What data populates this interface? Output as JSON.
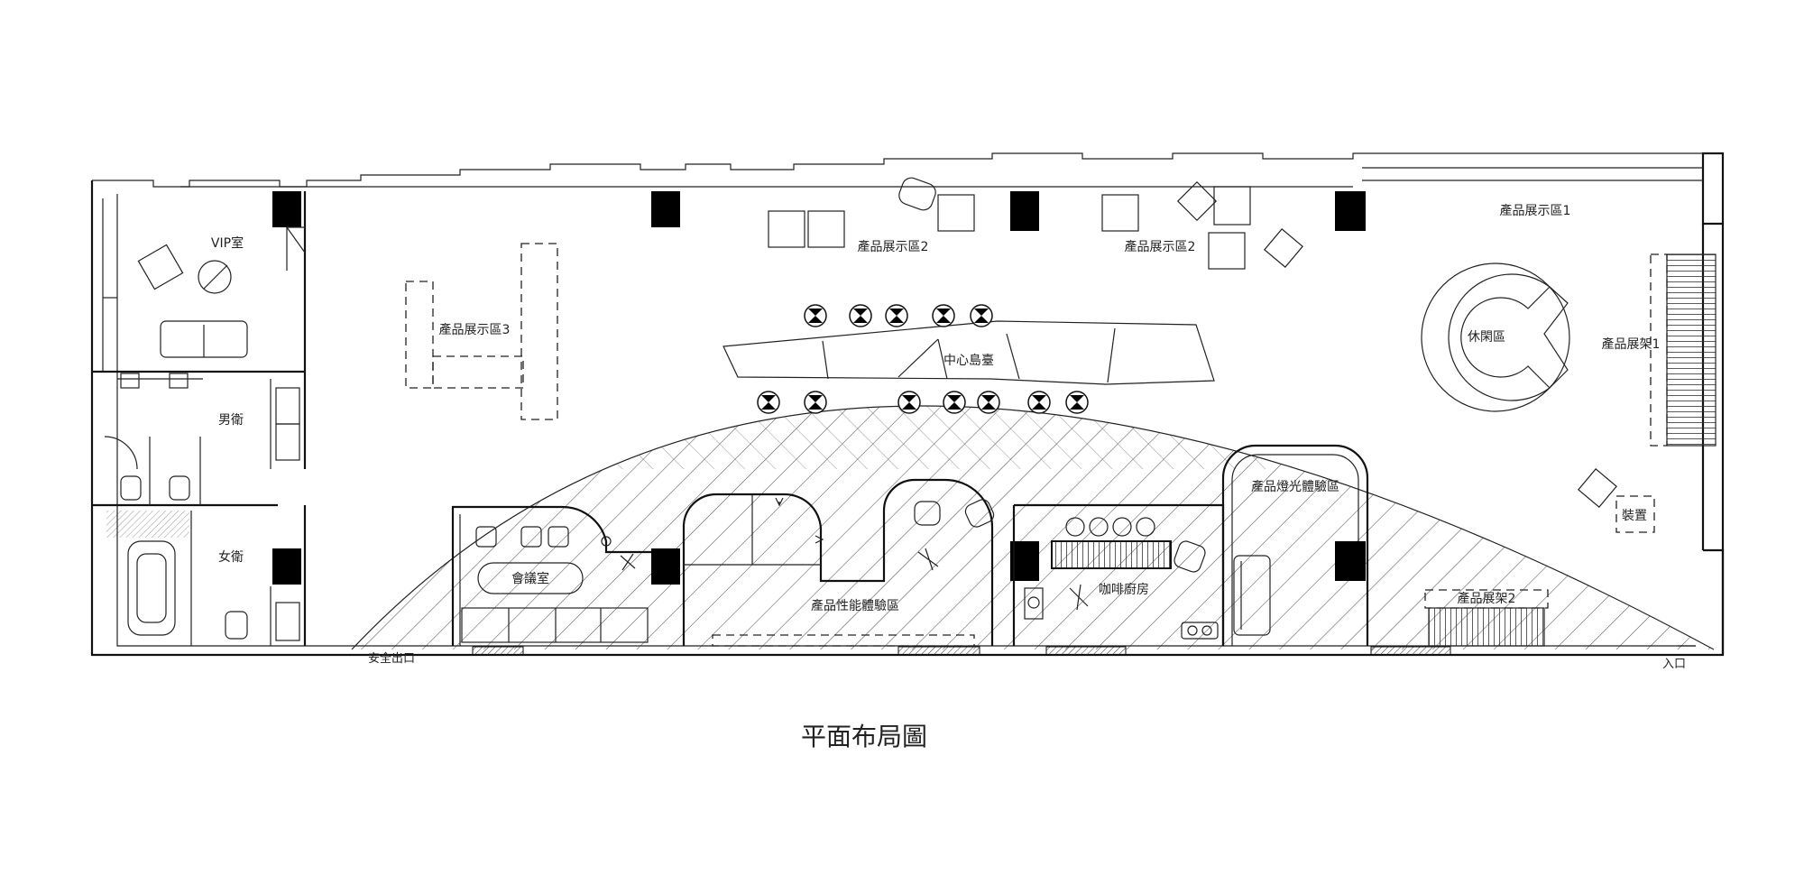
{
  "title": "平面布局圖",
  "rooms": {
    "vip": "VIP室",
    "mens_wc": "男衛",
    "womens_wc": "女衛",
    "display_3": "產品展示區3",
    "display_2a": "產品展示區2",
    "display_2b": "產品展示區2",
    "display_1": "產品展示區1",
    "island": "中心島臺",
    "lounge": "休閑區",
    "rack_1": "產品展架1",
    "installation": "裝置",
    "meeting_table": "會議室",
    "performance": "產品性能體驗區",
    "coffee": "咖啡廚房",
    "lighting": "產品燈光體驗區",
    "rack_2": "產品展架2",
    "emergency_exit": "安全出口",
    "entrance": "入口"
  }
}
